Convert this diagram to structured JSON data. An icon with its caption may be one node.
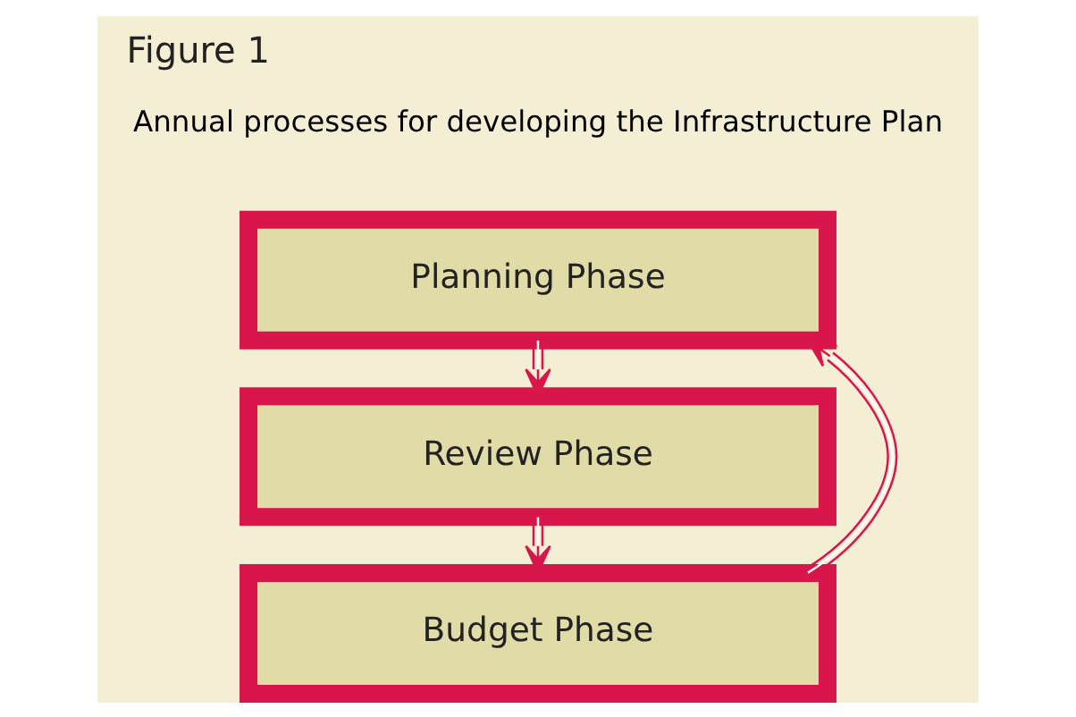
{
  "diagram": {
    "title": "Figure 1",
    "nodes": [
      {
        "text": [
          "Planning Phase"
        ]
      },
      {
        "text": [
          "Review Phase"
        ]
      },
      {
        "text": [
          "Budget Phase"
        ]
      }
    ],
    "edges": [
      {
        "from": 0,
        "to": 1,
        "arrow": "to"
      },
      {
        "from": 1,
        "to": 2,
        "arrow": "to"
      },
      {
        "from": 2,
        "to": 0,
        "arrow": "to"
      }
    ],
    "labels": [
      "Annual processes for developing the Infrastructure Plan"
    ]
  }
}
